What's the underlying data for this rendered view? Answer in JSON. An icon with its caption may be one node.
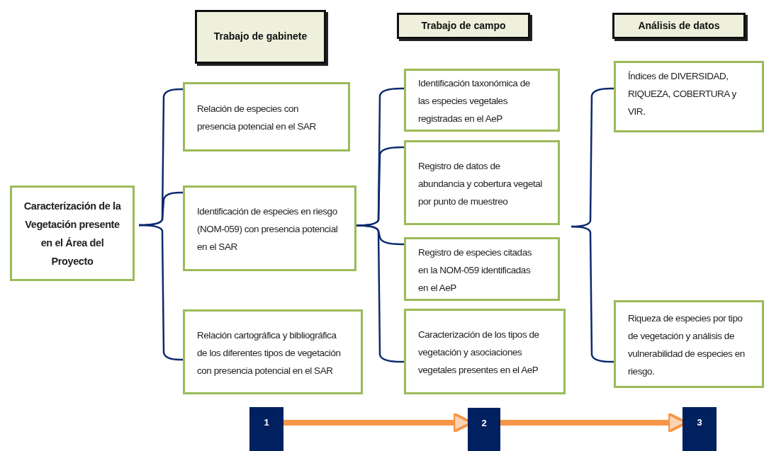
{
  "diagram": {
    "nodes": [
      {
        "text": [
          "Trabajo de gabinete"
        ]
      },
      {
        "text": [
          "Trabajo de campo"
        ]
      },
      {
        "text": [
          "Análisis de datos"
        ]
      },
      {
        "text": [
          "Caracterización de la Vegetación presente en el Área del Proyecto"
        ]
      },
      {
        "text": [
          "Relación de especies con presencia potencial en el SAR"
        ]
      },
      {
        "text": [
          "Identificación de especies en riesgo (NOM-059) con presencia potencial en el SAR"
        ]
      },
      {
        "text": [
          "Relación cartográfica y bibliográfica de los diferentes tipos de vegetación con presencia potencial en el SAR"
        ]
      },
      {
        "text": [
          "Identificación taxonómica de las especies vegetales registradas en el AeP"
        ]
      },
      {
        "text": [
          "Registro de datos de abundancia y cobertura vegetal  por punto de muestreo"
        ]
      },
      {
        "text": [
          "Registro de  especies citadas en la NOM-059 identificadas en el AeP"
        ]
      },
      {
        "text": [
          "Caracterización  de los tipos de vegetación y asociaciones vegetales presentes en el AeP"
        ]
      },
      {
        "text": [
          "Índices de DIVERSIDAD, RIQUEZA, COBERTURA y VIR."
        ]
      },
      {
        "text": [
          "Riqueza de especies por tipo de vegetación y análisis de vulnerabilidad de especies en riesgo."
        ]
      },
      {
        "text": [
          "1"
        ]
      },
      {
        "text": [
          "2"
        ]
      },
      {
        "text": [
          "3"
        ]
      }
    ],
    "edges": [
      {
        "from": 3,
        "to": 4,
        "arrow": "none"
      },
      {
        "from": 3,
        "to": 5,
        "arrow": "none"
      },
      {
        "from": 3,
        "to": 6,
        "arrow": "none"
      },
      {
        "from": 5,
        "to": 7,
        "arrow": "none"
      },
      {
        "from": 5,
        "to": 8,
        "arrow": "none"
      },
      {
        "from": 5,
        "to": 9,
        "arrow": "none"
      },
      {
        "from": 5,
        "to": 10,
        "arrow": "none"
      },
      {
        "from": null,
        "to": 11,
        "arrow": "none"
      },
      {
        "from": null,
        "to": 12,
        "arrow": "none"
      },
      {
        "from": 13,
        "to": 14,
        "arrow": "to",
        "style": "thick",
        "color": "#f79646"
      },
      {
        "from": 14,
        "to": 15,
        "arrow": "to",
        "style": "thick",
        "color": "#f79646"
      }
    ]
  }
}
